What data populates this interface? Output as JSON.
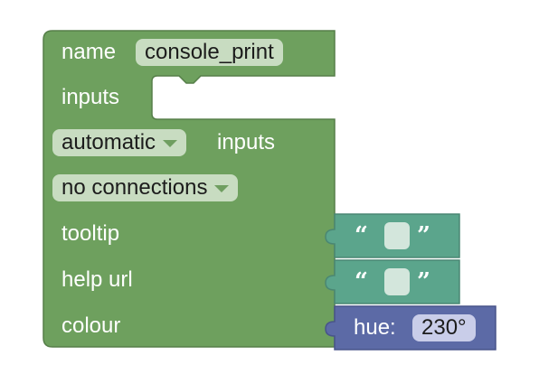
{
  "block": {
    "name_label": "name",
    "name_value": "console_print",
    "inputs_label": "inputs",
    "inputs_mode": "automatic",
    "inputs_suffix": "inputs",
    "connections": "no connections",
    "tooltip_label": "tooltip",
    "help_url_label": "help url",
    "colour_label": "colour"
  },
  "text_blocks": {
    "open_quote": "“",
    "close_quote": "”"
  },
  "colour_block": {
    "label": "hue:",
    "value": "230°"
  },
  "colors": {
    "block_green": "#6ea05e",
    "block_green_border": "#567f49",
    "text_block_teal": "#5ba58c",
    "text_block_border": "#4a8773",
    "colour_block_indigo": "#5c6aa6",
    "colour_block_border": "#48548a",
    "field_bg": "#c8dcc1"
  }
}
